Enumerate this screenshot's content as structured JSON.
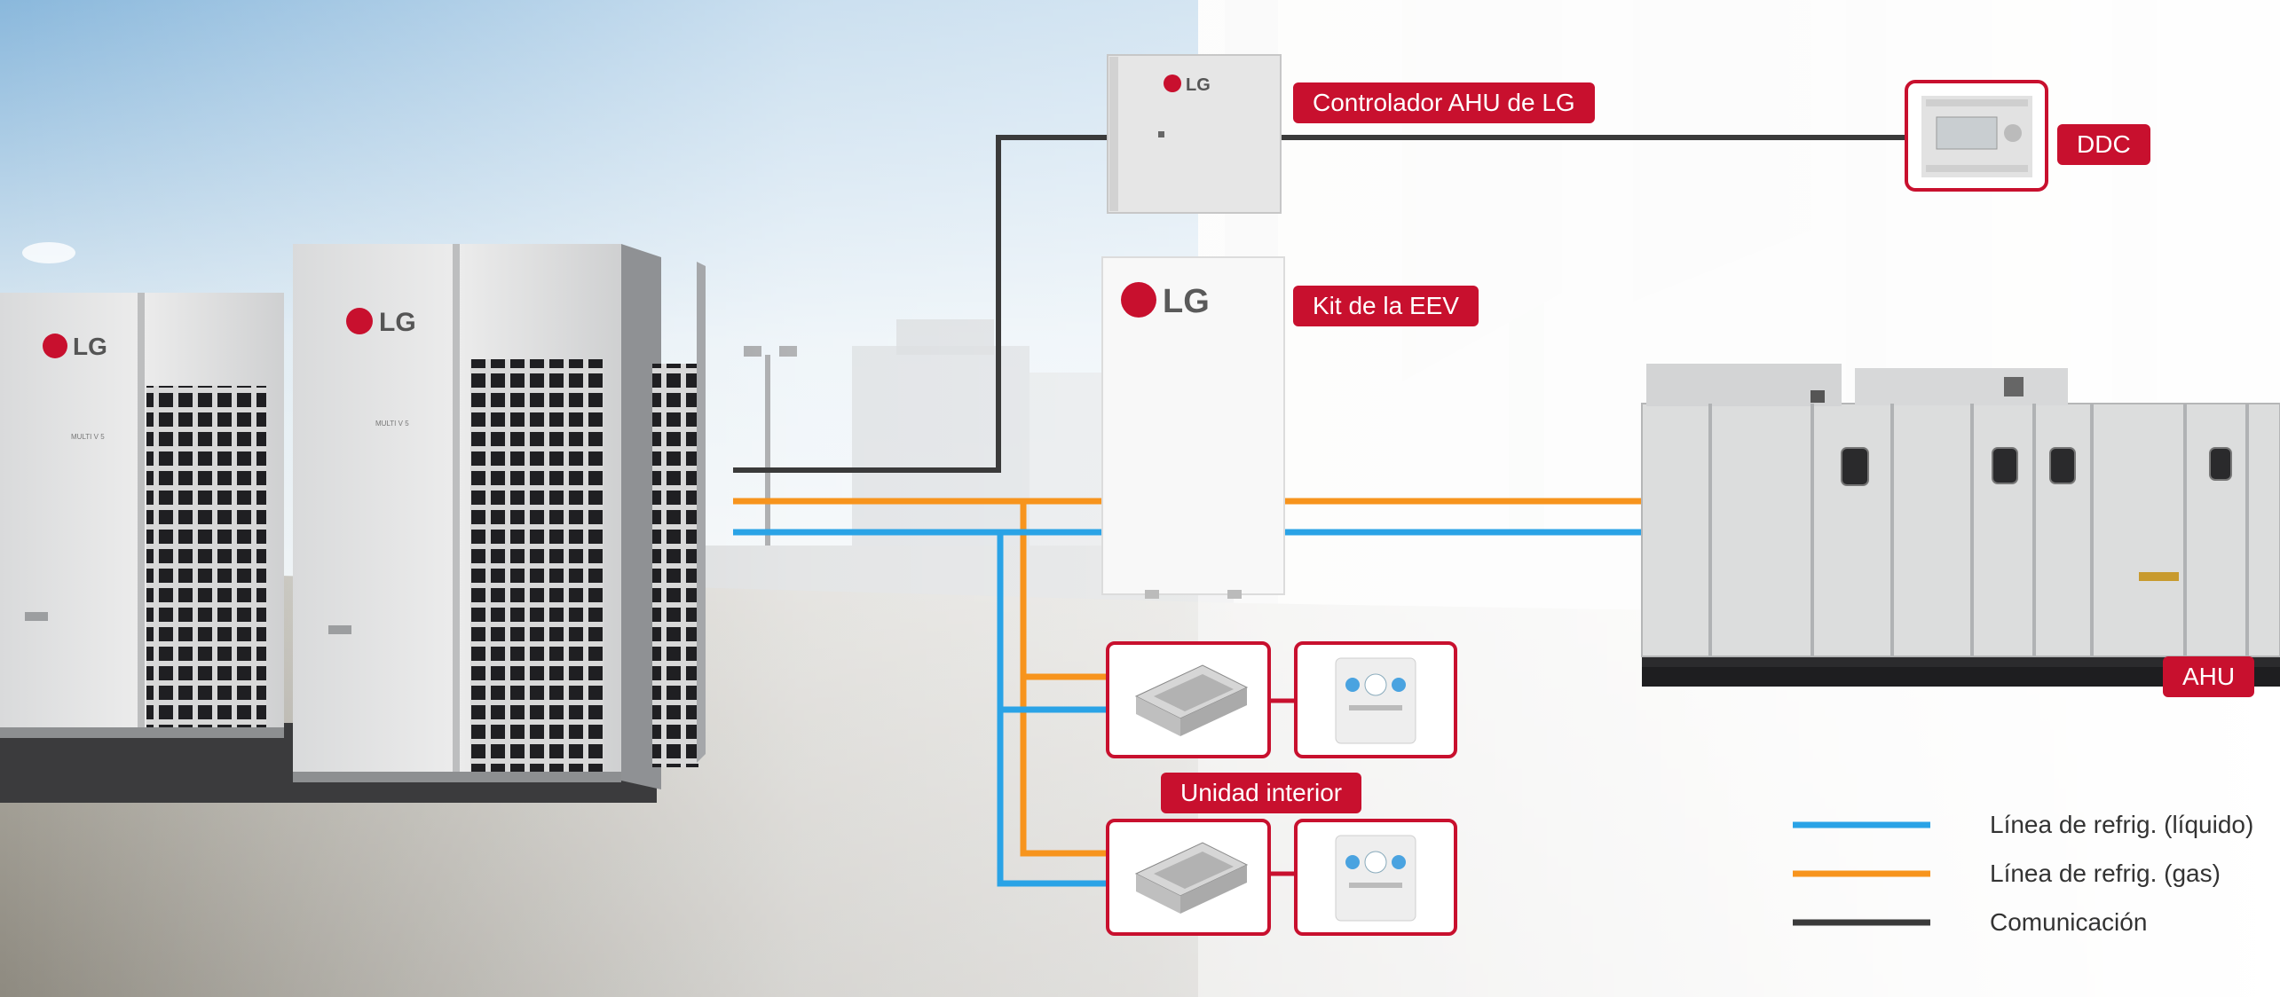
{
  "brand": {
    "logo_text": "LG",
    "color": "#c8102e"
  },
  "outdoor_units": {
    "model_badge": "MULTI V 5"
  },
  "labels": {
    "ahu_controller": "Controlador AHU de LG",
    "ddc": "DDC",
    "eev_kit": "Kit de la EEV",
    "ahu": "AHU",
    "indoor_unit": "Unidad interior"
  },
  "legend": [
    {
      "label": "Línea de refrig. (líquido)",
      "color": "#2aa3e6"
    },
    {
      "label": "Línea de refrig. (gas)",
      "color": "#f7941d"
    },
    {
      "label": "Comunicación",
      "color": "#3a3a3a"
    }
  ],
  "colors": {
    "liquid": "#2aa3e6",
    "gas": "#f7941d",
    "communication": "#3a3a3a",
    "label_bg": "#c8102e",
    "box_border": "#c8102e"
  }
}
